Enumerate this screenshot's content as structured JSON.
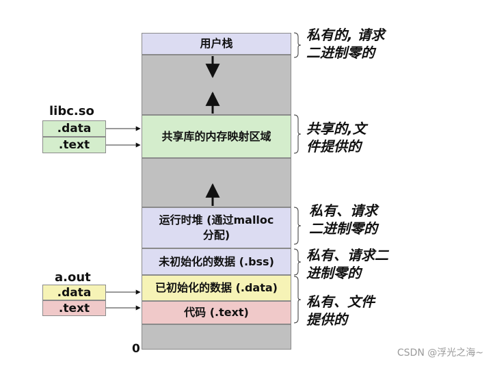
{
  "memory": {
    "user_stack": "用户栈",
    "shared_lib": "共享库的内存映射区域",
    "heap_line1": "运行时堆 (通过malloc",
    "heap_line2": "分配)",
    "bss": "未初始化的数据 (.bss)",
    "data": "已初始化的数据 (.data)",
    "text": "代码 (.text)",
    "zero_label": "0"
  },
  "libc": {
    "title": "libc.so",
    "data": ".data",
    "text": ".text"
  },
  "aout": {
    "title": "a.out",
    "data": ".data",
    "text": ".text"
  },
  "notes": {
    "stack_1": "私有的, 请求",
    "stack_2": "二进制零的",
    "shared_1": "共享的,文",
    "shared_2": "件提供的",
    "heap_1": "私有、请求",
    "heap_2": "二进制零的",
    "bss_1": "私有、请求二",
    "bss_2": "进制零的",
    "code_1": "私有、文件",
    "code_2": "提供的"
  },
  "watermark": "CSDN @浮光之海~",
  "colors": {
    "stack": "#dcdcf2",
    "shared": "#d4edcc",
    "heap": "#dcdcf2",
    "bss": "#dcdcf2",
    "data": "#f6f3b6",
    "text": "#f0c9c9",
    "gap": "#c0c0c0"
  }
}
